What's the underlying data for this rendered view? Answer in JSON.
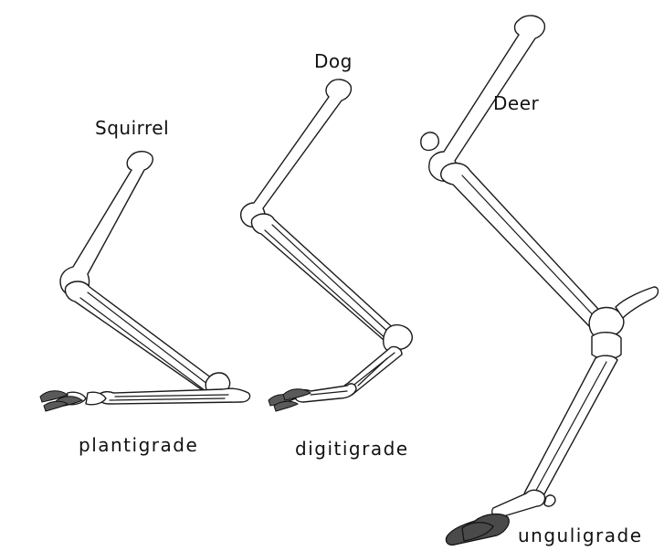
{
  "labels": {
    "squirrel": "Squirrel",
    "dog": "Dog",
    "deer": "Deer",
    "plantigrade": "plantigrade",
    "digitigrade": "digitigrade",
    "unguligrade": "unguligrade"
  }
}
